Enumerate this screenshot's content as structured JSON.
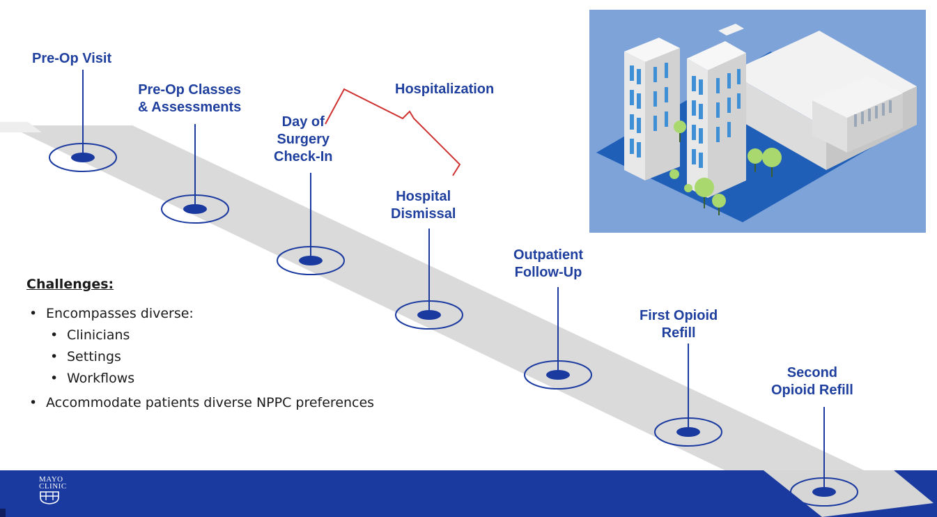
{
  "milestones": [
    {
      "id": "pre-op-visit",
      "lines": [
        "Pre-Op Visit"
      ]
    },
    {
      "id": "pre-op-classes",
      "lines": [
        "Pre-Op Classes",
        "& Assessments"
      ]
    },
    {
      "id": "day-of-surgery",
      "lines": [
        "Day of",
        "Surgery",
        "Check-In"
      ]
    },
    {
      "id": "hospital-dismissal",
      "lines": [
        "Hospital",
        "Dismissal"
      ]
    },
    {
      "id": "outpatient-follow-up",
      "lines": [
        "Outpatient",
        "Follow-Up"
      ]
    },
    {
      "id": "first-opioid-refill",
      "lines": [
        "First Opioid",
        "Refill"
      ]
    },
    {
      "id": "second-opioid-refill",
      "lines": [
        "Second",
        "Opioid Refill"
      ]
    }
  ],
  "bracket_label": "Hospitalization",
  "challenges": {
    "heading": "Challenges:",
    "item1": "Encompasses diverse:",
    "sub_items": [
      "Clinicians",
      "Settings",
      "Workflows"
    ],
    "item2": "Accommodate patients diverse NPPC preferences"
  },
  "logo": {
    "line1": "MAYO",
    "line2": "CLINIC"
  },
  "colors": {
    "milestone_text": "#1f3f9e",
    "marker": "#1a3aa0",
    "bracket": "#d03030",
    "road": "#d9d9d9",
    "footer": "#1a3aa0",
    "sky": "#7ea3d9"
  }
}
